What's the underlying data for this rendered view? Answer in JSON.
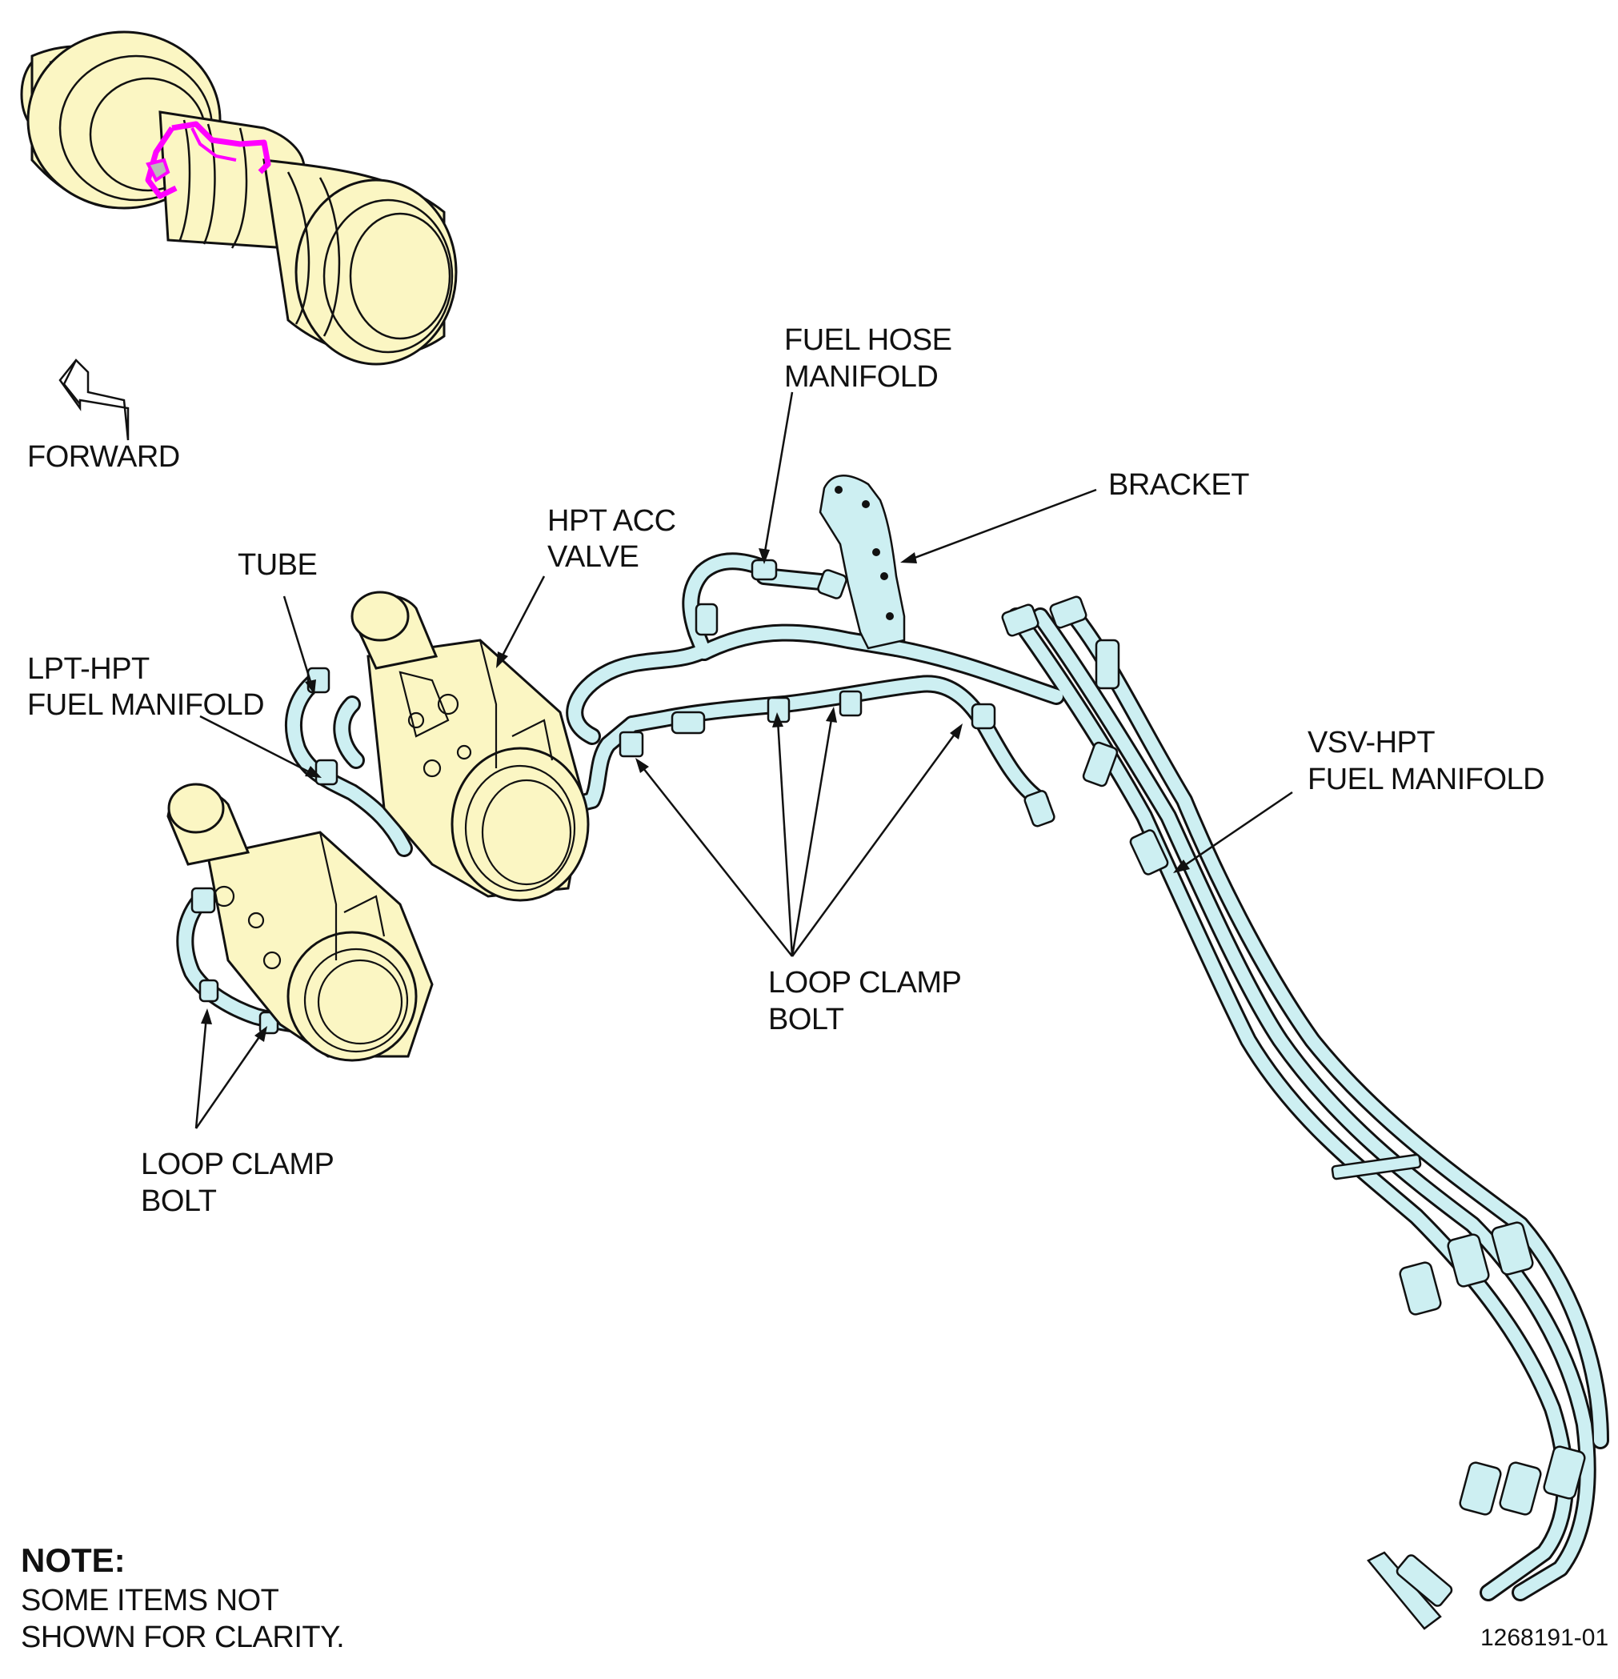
{
  "labels": {
    "forward": "FORWARD",
    "fuel_hose_manifold": [
      "FUEL HOSE",
      "MANIFOLD"
    ],
    "bracket": "BRACKET",
    "hpt_acc_valve": [
      "HPT ACC",
      "VALVE"
    ],
    "tube": "TUBE",
    "lpt_hpt_fuel_manifold": [
      "LPT-HPT",
      "FUEL MANIFOLD"
    ],
    "vsv_hpt_fuel_manifold": [
      "VSV-HPT",
      "FUEL MANIFOLD"
    ],
    "loop_clamp_bolt_center": [
      "LOOP CLAMP",
      "BOLT"
    ],
    "loop_clamp_bolt_left": [
      "LOOP CLAMP",
      "BOLT"
    ]
  },
  "note": {
    "heading": "NOTE:",
    "lines": [
      "SOME ITEMS NOT",
      "SHOWN FOR CLARITY."
    ]
  },
  "figure_number": "1268191-01",
  "colors": {
    "engine_fill": "#fbf6c3",
    "tube_fill": "#cdeff2",
    "highlight": "#ff00ff",
    "line": "#111111"
  }
}
